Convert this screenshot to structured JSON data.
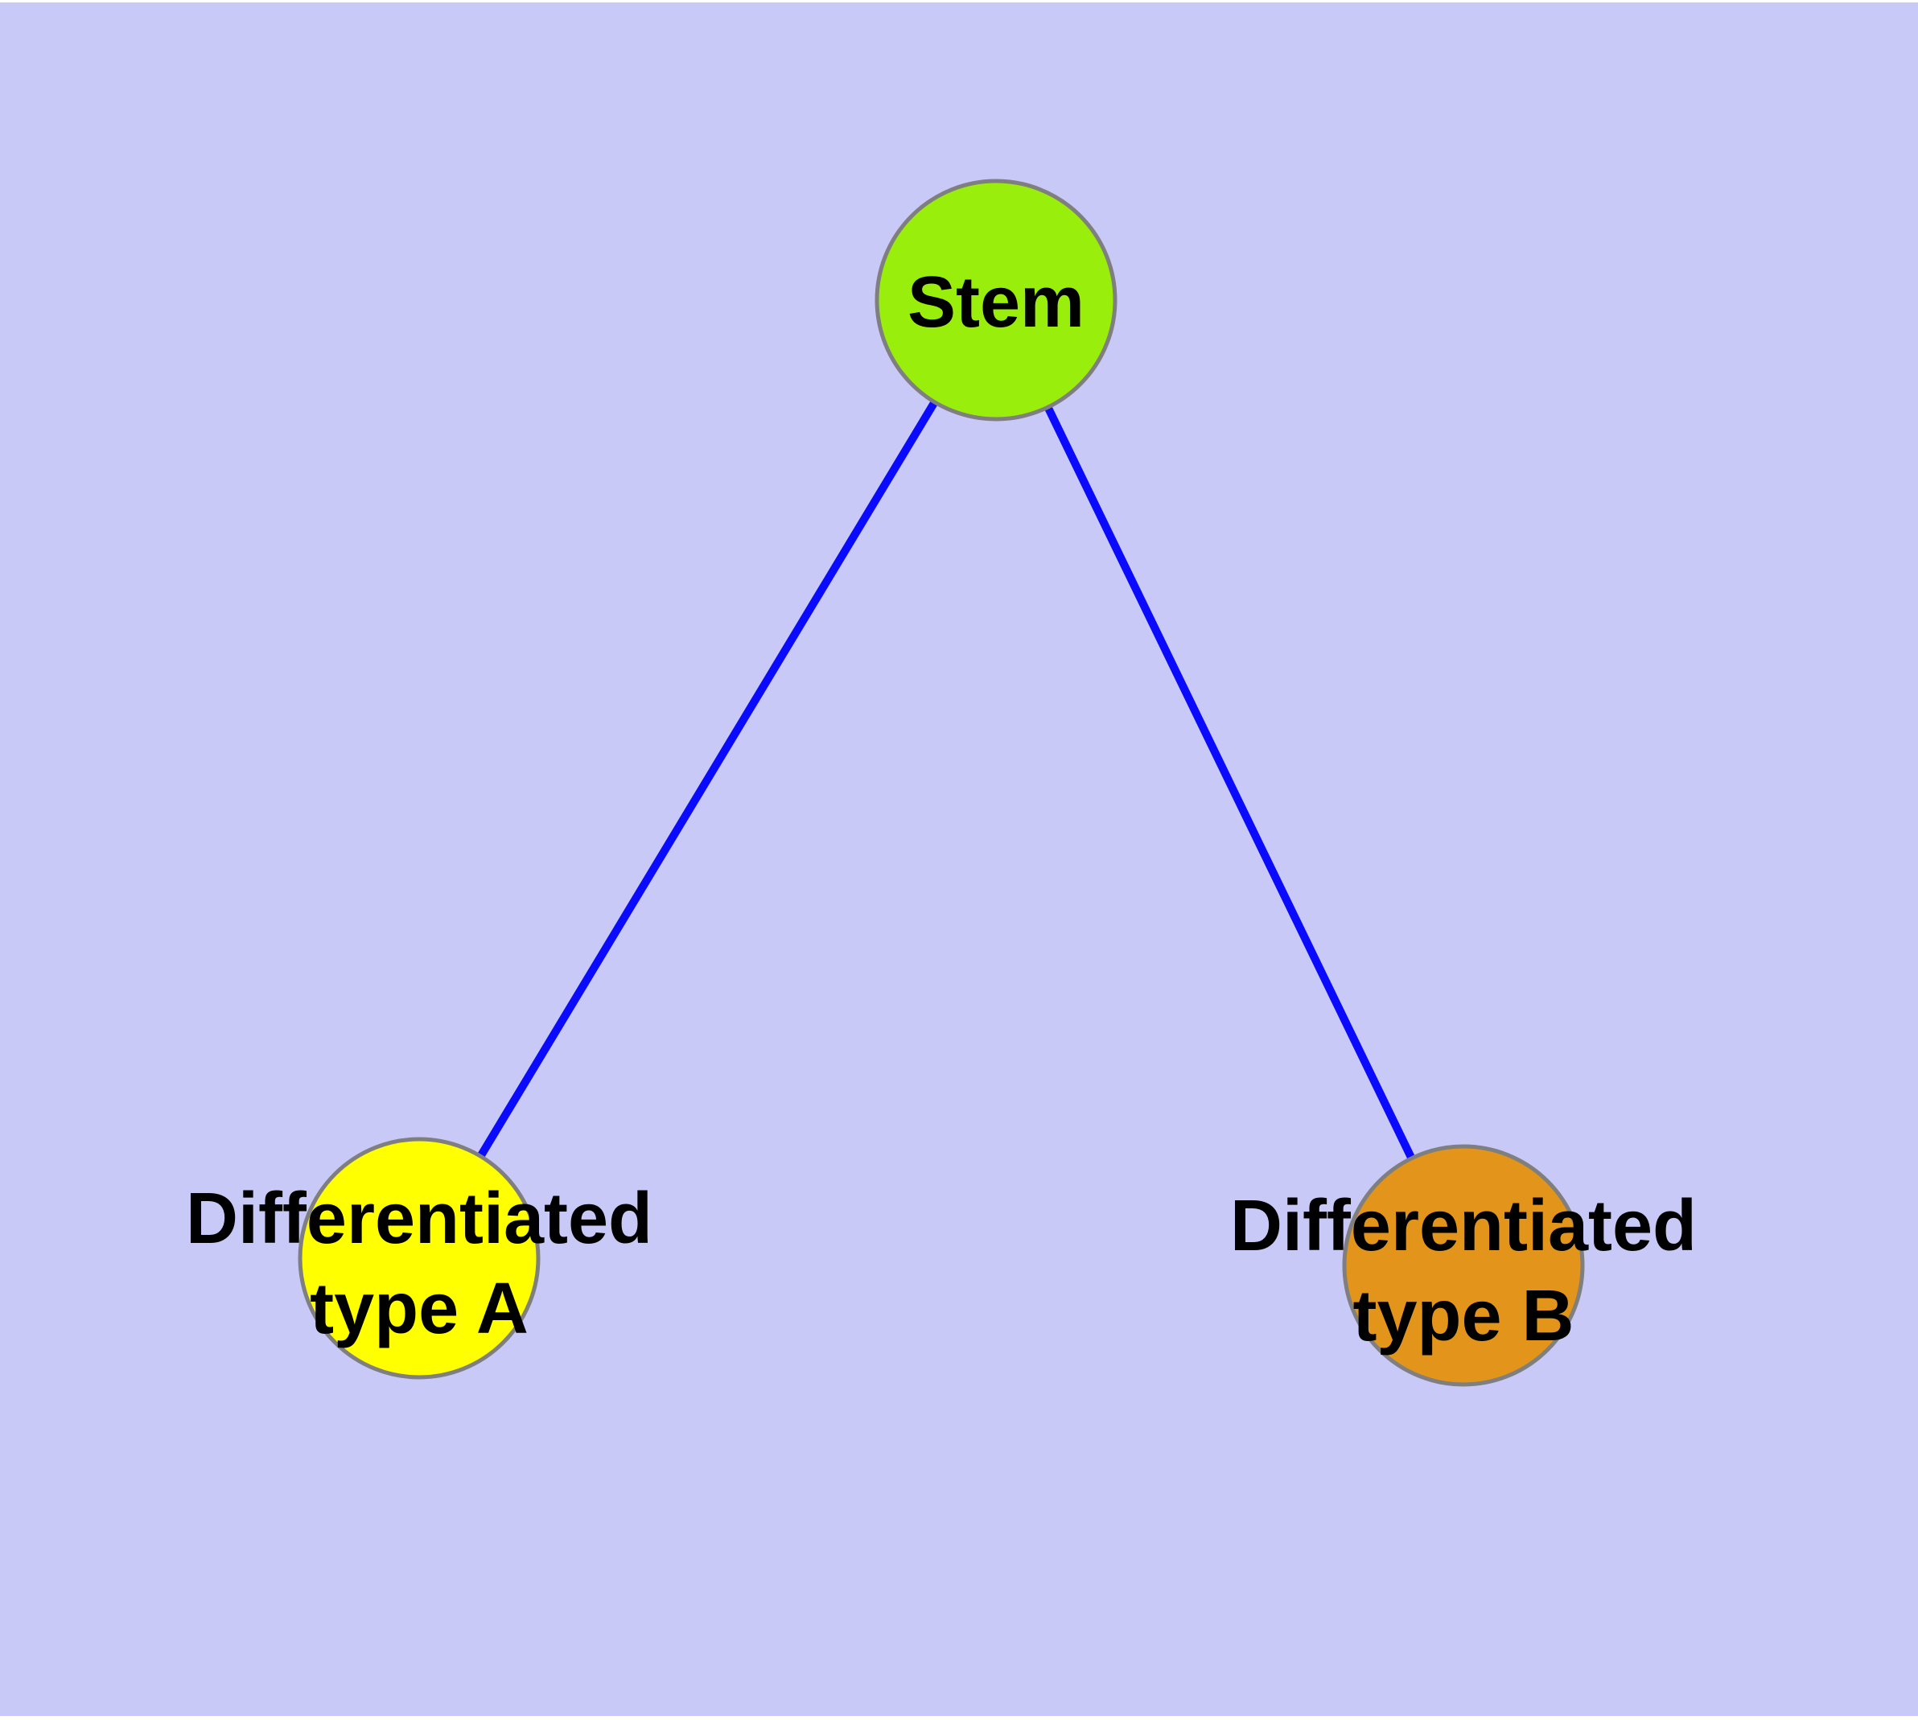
{
  "diagram": {
    "background_color": "#C9C9F8",
    "canvas_margin_color": "#FFFFFF",
    "edge_color": "#0A0AFF",
    "node_border_color": "#7F7F7F",
    "label_color": "#000000",
    "nodes": [
      {
        "id": "stem",
        "label": "Stem",
        "lines": [
          "Stem"
        ],
        "fill": "#9AEE0B"
      },
      {
        "id": "differentiated-type-a",
        "label": "Differentiated type A",
        "lines": [
          "Differentiated",
          "type A"
        ],
        "fill": "#FFFF00"
      },
      {
        "id": "differentiated-type-b",
        "label": "Differentiated type B",
        "lines": [
          "Differentiated",
          "type B"
        ],
        "fill": "#E2951A"
      }
    ],
    "edges": [
      {
        "from": "Stem",
        "to": "Differentiated type A"
      },
      {
        "from": "Stem",
        "to": "Differentiated type B"
      }
    ]
  }
}
